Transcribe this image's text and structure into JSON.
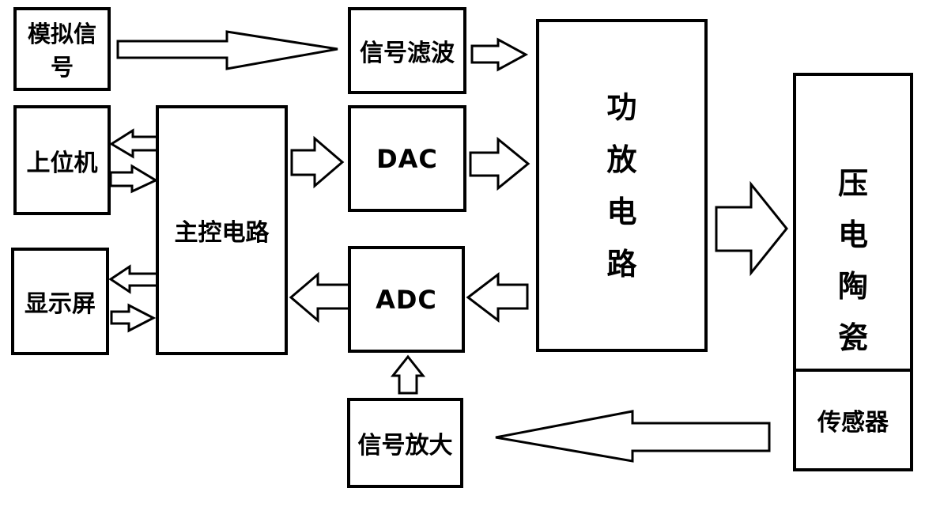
{
  "diagram": {
    "kind": "block-diagram",
    "nodes": {
      "analog_signal": {
        "label": "模拟信号"
      },
      "host_computer": {
        "label": "上位机"
      },
      "display_screen": {
        "label": "显示屏"
      },
      "main_control": {
        "label": "主控电路"
      },
      "signal_filter": {
        "label": "信号滤波"
      },
      "dac": {
        "label": "DAC"
      },
      "adc": {
        "label": "ADC"
      },
      "signal_amplify": {
        "label": "信号放大"
      },
      "power_amp": {
        "label": "功放电路"
      },
      "piezo_ceramic": {
        "label": "压电陶瓷"
      },
      "sensor": {
        "label": "传感器"
      }
    },
    "connections": [
      {
        "from": "模拟信号",
        "to": "信号滤波"
      },
      {
        "from": "信号滤波",
        "to": "功放电路"
      },
      {
        "from": "主控电路",
        "to": "上位机"
      },
      {
        "from": "上位机",
        "to": "主控电路"
      },
      {
        "from": "主控电路",
        "to": "DAC"
      },
      {
        "from": "DAC",
        "to": "功放电路"
      },
      {
        "from": "功放电路",
        "to": "压电陶瓷"
      },
      {
        "from": "功放电路",
        "to": "ADC"
      },
      {
        "from": "ADC",
        "to": "主控电路"
      },
      {
        "from": "主控电路",
        "to": "显示屏"
      },
      {
        "from": "显示屏",
        "to": "主控电路"
      },
      {
        "from": "信号放大",
        "to": "ADC"
      },
      {
        "from": "传感器",
        "to": "信号放大"
      }
    ],
    "colors": {
      "line": "#000000",
      "box_fill": "#ffffff",
      "text": "#000000",
      "background": "#ffffff"
    }
  }
}
